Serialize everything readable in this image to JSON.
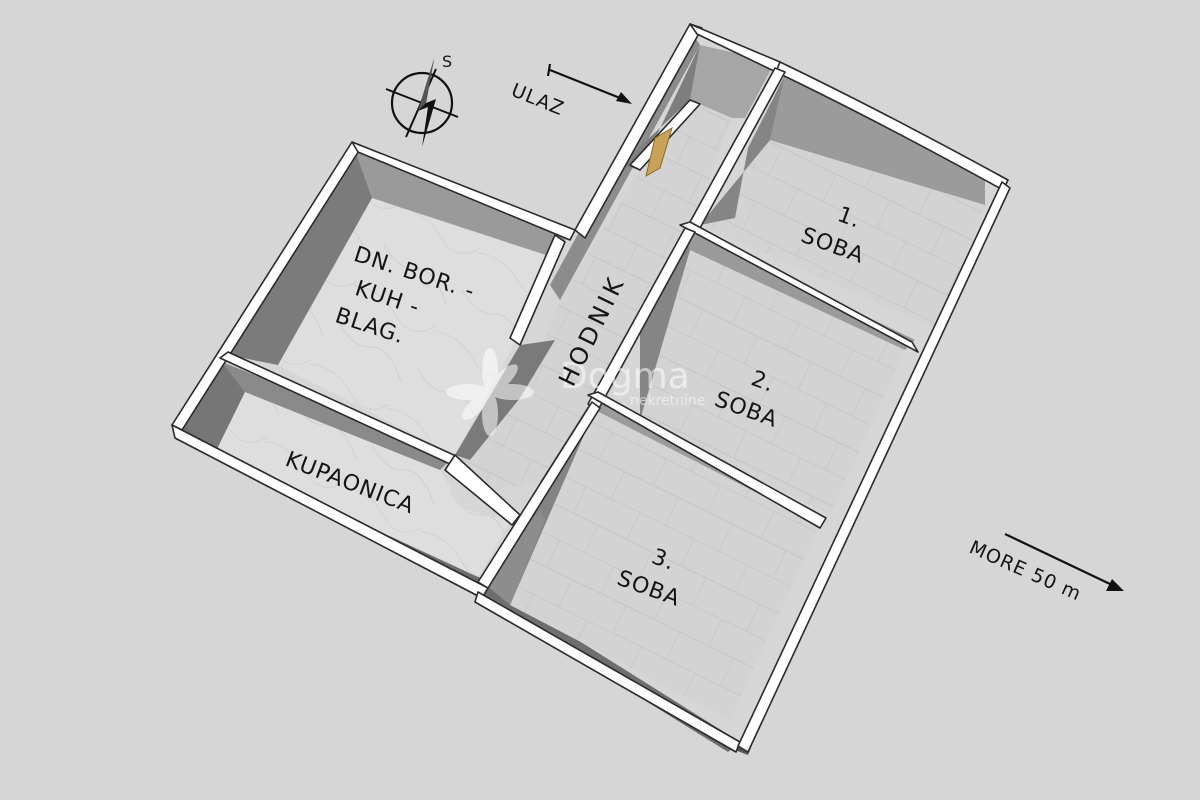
{
  "compass": {
    "north_letter": "S"
  },
  "entrance": {
    "label": "ULAZ"
  },
  "sea": {
    "label": "MORE 50 m"
  },
  "rooms": {
    "living": {
      "lines": [
        "DN. BOR. -",
        "KUH -",
        "BLAG."
      ]
    },
    "bathroom": {
      "label": "KUPAONICA"
    },
    "hallway": {
      "label": "HODNIK"
    },
    "room1": {
      "lines": [
        "1.",
        "SOBA"
      ]
    },
    "room2": {
      "lines": [
        "2.",
        "SOBA"
      ]
    },
    "room3": {
      "lines": [
        "3.",
        "SOBA"
      ]
    }
  },
  "watermark": {
    "brand": "Dogma",
    "sub": "nekretnine"
  },
  "colors": {
    "background": "#d6d6d6",
    "wall_top": "#ffffff",
    "wall_dark": "#6f6f6f",
    "wall_shadow": "#8a8a8a",
    "floor_wood": "#d2d2d2",
    "floor_tile": "#dcdcdc",
    "door_wood": "#c8a257"
  }
}
